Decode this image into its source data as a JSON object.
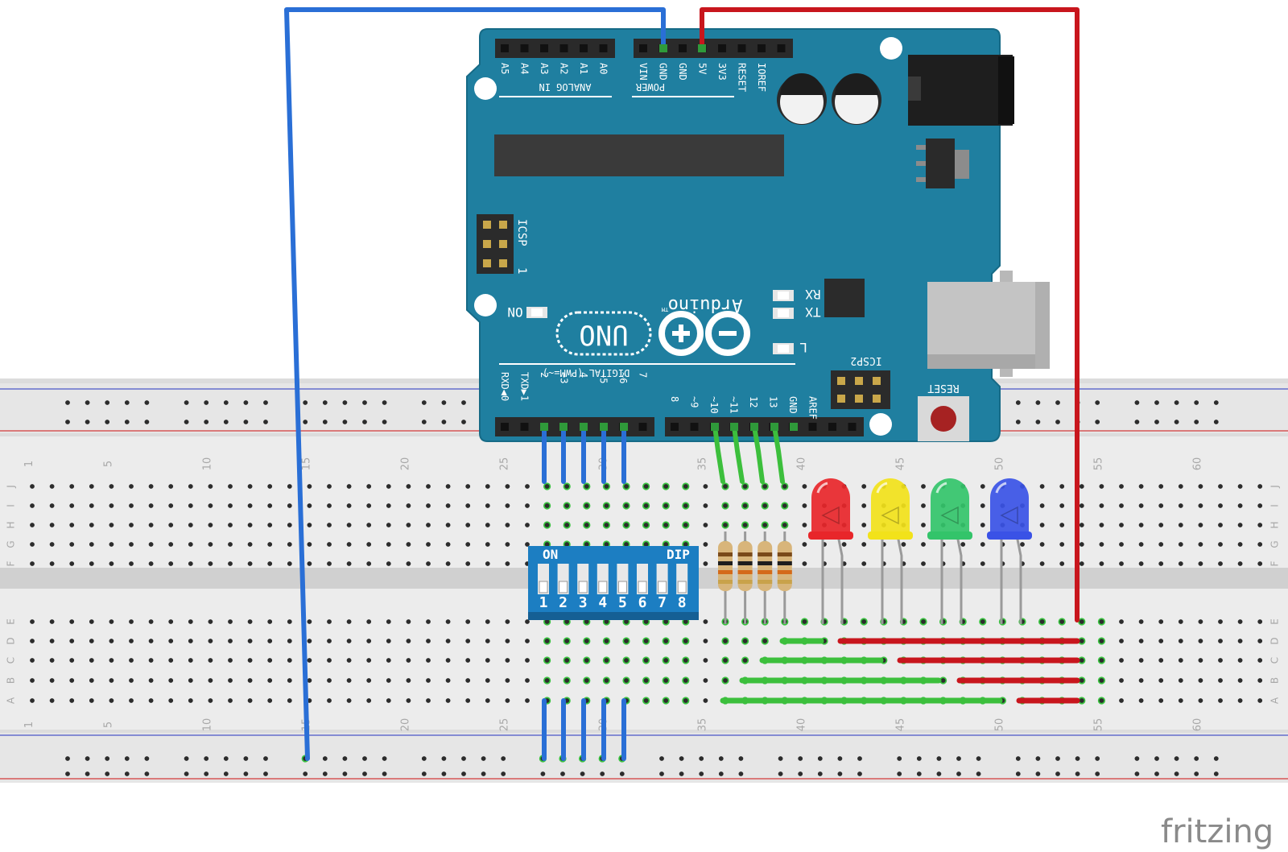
{
  "colors": {
    "board": "#1f7fa0",
    "wire_blue": "#2a6fd6",
    "wire_red": "#c8161d",
    "wire_green": "#3cbf3c",
    "breadboard": "#dedede"
  },
  "board": {
    "brand": "Arduino",
    "tm": "TM",
    "model": "UNO",
    "on_label": "ON",
    "rx_label": "RX",
    "tx_label": "TX",
    "l_label": "L",
    "icsp_label": "ICSP",
    "icsp_one": "1",
    "icsp2_label": "ICSP2",
    "reset_label": "RESET",
    "analog_label": "ANALOG IN",
    "power_label": "POWER",
    "digital_label": "DIGITAL (PWM=~)",
    "analog_pins": [
      "A5",
      "A4",
      "A3",
      "A2",
      "A1",
      "A0"
    ],
    "power_pins": [
      "VIN",
      "GND",
      "GND",
      "5V",
      "3V3",
      "RESET",
      "IOREF"
    ],
    "digital_low": [
      "RXD◀0",
      "TXD▶1",
      "2",
      "~3",
      "4",
      "~5",
      "~6",
      "7"
    ],
    "digital_high": [
      "8",
      "~9",
      "~10",
      "~11",
      "12",
      "13",
      "GND",
      "AREF"
    ]
  },
  "breadboard": {
    "col_numbers": [
      "1",
      "5",
      "10",
      "15",
      "20",
      "25",
      "30",
      "35",
      "40",
      "45",
      "50",
      "55",
      "60"
    ],
    "row_letters_top": [
      "J",
      "I",
      "H",
      "G",
      "F"
    ],
    "row_letters_bottom": [
      "E",
      "D",
      "C",
      "B",
      "A"
    ]
  },
  "dip_switch": {
    "on_label": "ON",
    "dip_label": "DIP",
    "switch_numbers": [
      "1",
      "2",
      "3",
      "4",
      "5",
      "6",
      "7",
      "8"
    ]
  },
  "leds": [
    {
      "color": "red",
      "hex": "#e8262a"
    },
    {
      "color": "yellow",
      "hex": "#f2e21a"
    },
    {
      "color": "green",
      "hex": "#33c46a"
    },
    {
      "color": "blue",
      "hex": "#3a52e6"
    }
  ],
  "resistor_count": 4,
  "watermark": "fritzing"
}
